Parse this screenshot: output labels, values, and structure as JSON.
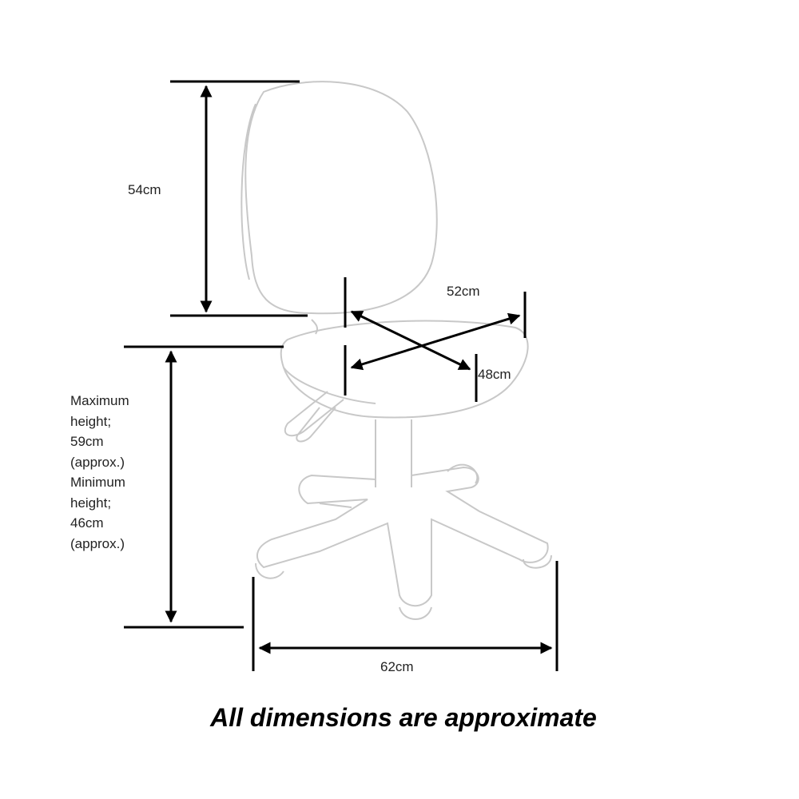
{
  "dimensions": {
    "backrest_height": "54cm",
    "seat_width": "52cm",
    "seat_depth": "48cm",
    "base_width": "62cm",
    "seat_height_lines": [
      "Maximum",
      "height;",
      "59cm",
      "(approx.)",
      "Minimum",
      "height;",
      "46cm",
      "(approx.)"
    ]
  },
  "footnote": "All dimensions are approximate",
  "colors": {
    "outline": "#c8c8c8",
    "dimension": "#000000"
  }
}
